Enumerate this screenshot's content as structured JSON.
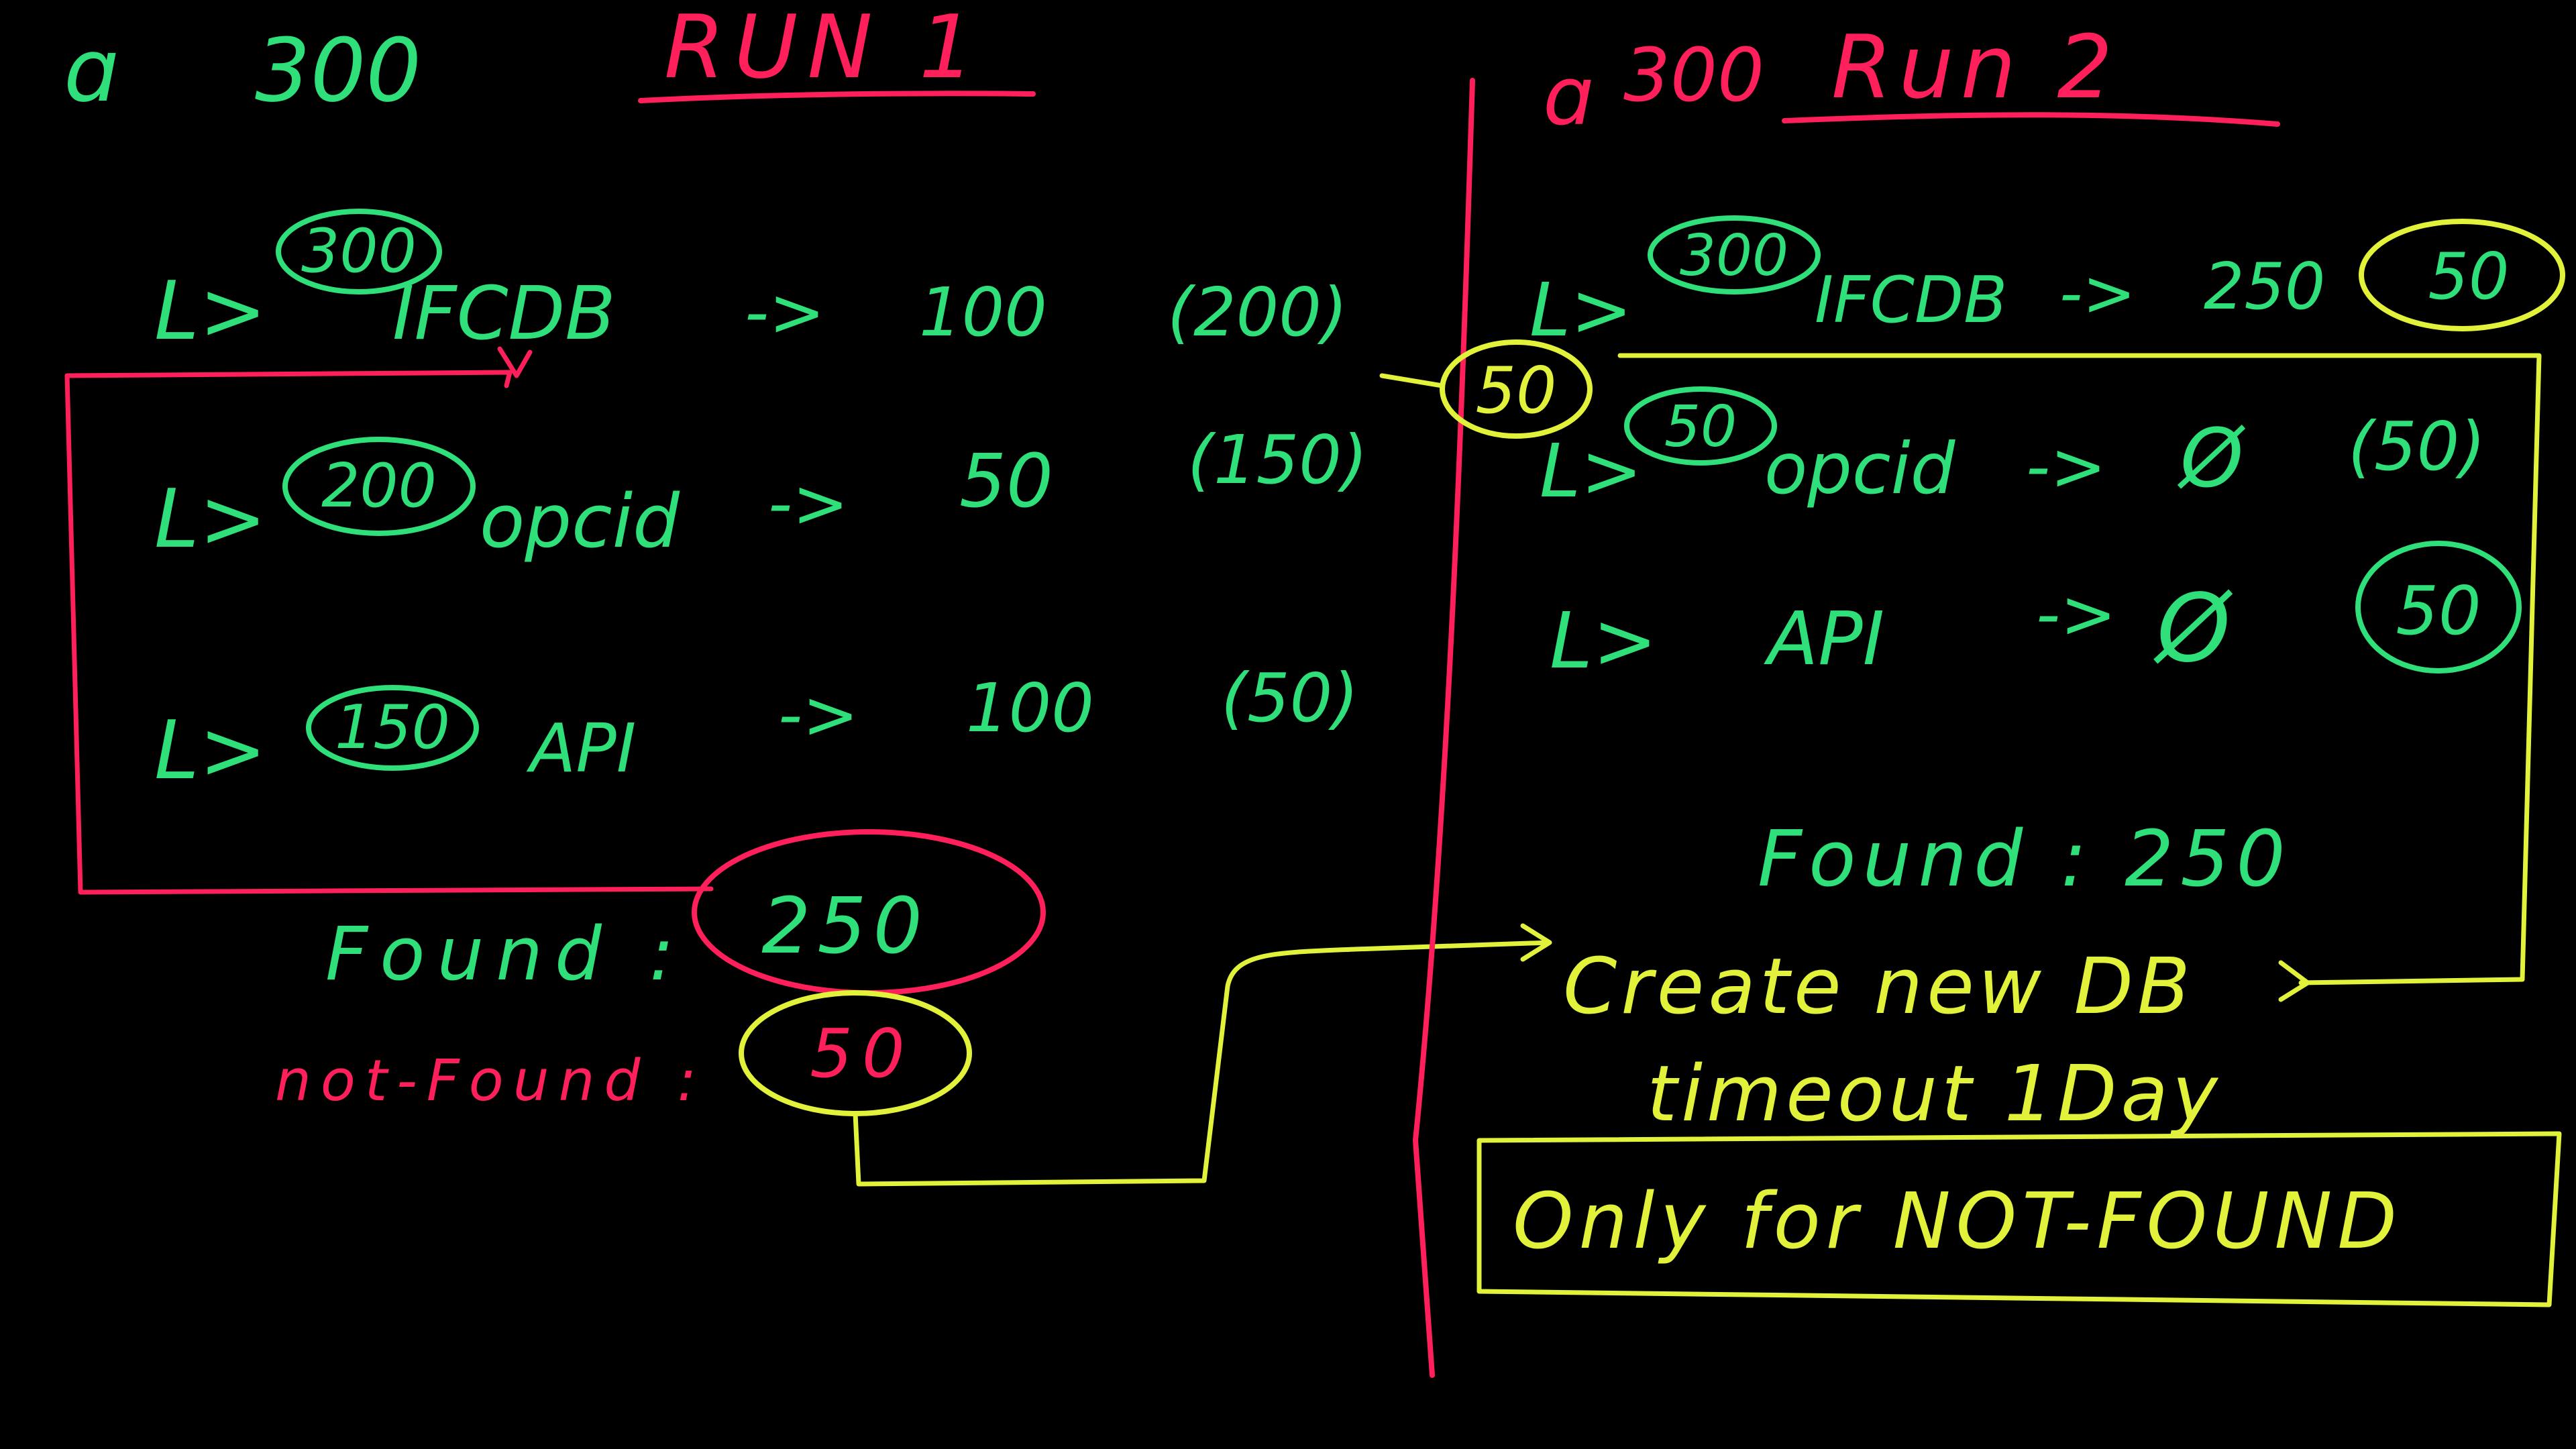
{
  "colors": {
    "background": "#000000",
    "green": "#2fe07a",
    "red": "#ff1f5a",
    "yellow": "#e2f23a"
  },
  "run1": {
    "header_prefix": "ɑ",
    "header_count": "300",
    "title": "RUN 1",
    "rows": [
      {
        "arrow": "L>",
        "input": "300",
        "source": "IFCDB",
        "to": "->",
        "found": "100",
        "remaining": "(200)"
      },
      {
        "arrow": "L>",
        "input": "200",
        "source": "opcid",
        "to": "->",
        "found": "50",
        "remaining": "(150)"
      },
      {
        "arrow": "L>",
        "input": "150",
        "source": "API",
        "to": "->",
        "found": "100",
        "remaining": "(50)"
      }
    ],
    "found_label": "Found :",
    "found_value": "250",
    "not_found_label": "not-Found :",
    "not_found_value": "50"
  },
  "run2": {
    "header_prefix": "ɑ",
    "header_count": "300",
    "title": "Run 2",
    "side_value": "50",
    "rows": [
      {
        "arrow": "L>",
        "input": "300",
        "source": "IFCDB",
        "to": "->",
        "found": "250",
        "remaining": "50"
      },
      {
        "arrow": "L>",
        "input": "50",
        "source": "opcid",
        "to": "->",
        "found": "Ø",
        "remaining": "(50)"
      },
      {
        "arrow": "L>",
        "input": "",
        "source": "API",
        "to": "->",
        "found": "Ø",
        "remaining": "50"
      }
    ],
    "found_label": "Found : 250",
    "create_text": "Create new DB",
    "timeout_text": "timeout 1Day",
    "only_text": "Only for NOT-FOUND"
  }
}
